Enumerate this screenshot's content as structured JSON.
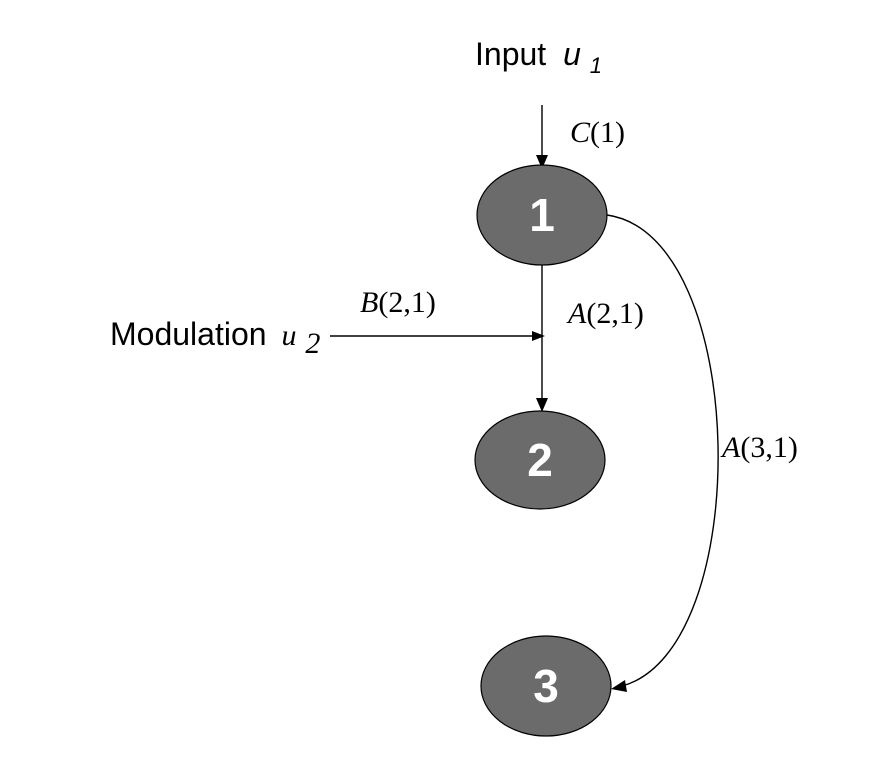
{
  "diagram": {
    "input": {
      "label": "Input",
      "symbol": "u",
      "subscript": "1"
    },
    "modulation": {
      "label": "Modulation",
      "symbol": "u",
      "subscript": "2"
    },
    "nodes": [
      {
        "id": "1",
        "label": "1"
      },
      {
        "id": "2",
        "label": "2"
      },
      {
        "id": "3",
        "label": "3"
      }
    ],
    "edges": {
      "input_to_1": {
        "label_name": "C",
        "label_args": "(1)"
      },
      "modulation_to_a21": {
        "label_name": "B",
        "label_args": "(2,1)"
      },
      "one_to_two": {
        "label_name": "A",
        "label_args": "(2,1)"
      },
      "one_to_three": {
        "label_name": "A",
        "label_args": "(3,1)"
      }
    },
    "colors": {
      "node_fill": "#6b6b6b",
      "node_text": "#ffffff",
      "stroke": "#000000"
    }
  }
}
